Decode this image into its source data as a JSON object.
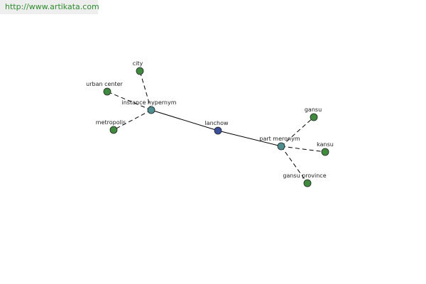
{
  "header": {
    "url": "http://www.artikata.com"
  },
  "colors": {
    "background": "#ffffff",
    "url_text": "#2e8b2e",
    "url_bg": "#eeeeee",
    "center_node": "#3b4f9a",
    "relation_node": "#4e8e8e",
    "leaf_node": "#3f8a3f",
    "edge": "#000000"
  },
  "graph": {
    "nodes": [
      {
        "id": "lanchow",
        "label": "lanchow",
        "kind": "center"
      },
      {
        "id": "instance-hypernym",
        "label": "instance hypernym",
        "kind": "relation"
      },
      {
        "id": "part-meronym",
        "label": "part meronym",
        "kind": "relation"
      },
      {
        "id": "city",
        "label": "city",
        "kind": "leaf"
      },
      {
        "id": "urban-center",
        "label": "urban center",
        "kind": "leaf"
      },
      {
        "id": "metropolis",
        "label": "metropolis",
        "kind": "leaf"
      },
      {
        "id": "gansu",
        "label": "gansu",
        "kind": "leaf"
      },
      {
        "id": "kansu",
        "label": "kansu",
        "kind": "leaf"
      },
      {
        "id": "gansu-province",
        "label": "gansu province",
        "kind": "leaf"
      }
    ],
    "edges": [
      {
        "from": "lanchow",
        "to": "instance-hypernym",
        "style": "solid"
      },
      {
        "from": "lanchow",
        "to": "part-meronym",
        "style": "solid"
      },
      {
        "from": "instance-hypernym",
        "to": "city",
        "style": "dashed"
      },
      {
        "from": "instance-hypernym",
        "to": "urban-center",
        "style": "dashed"
      },
      {
        "from": "instance-hypernym",
        "to": "metropolis",
        "style": "dashed"
      },
      {
        "from": "part-meronym",
        "to": "gansu",
        "style": "dashed"
      },
      {
        "from": "part-meronym",
        "to": "kansu",
        "style": "dashed"
      },
      {
        "from": "part-meronym",
        "to": "gansu-province",
        "style": "dashed"
      }
    ]
  }
}
